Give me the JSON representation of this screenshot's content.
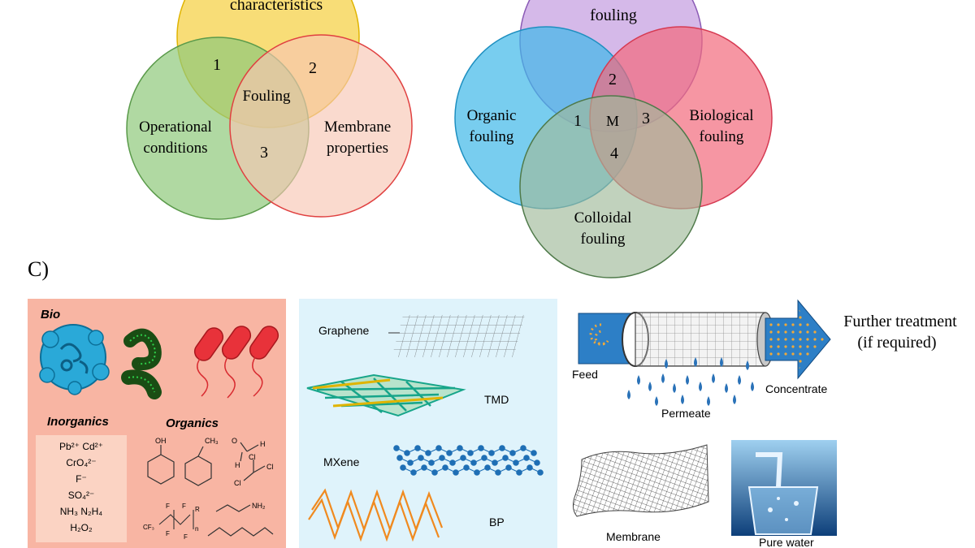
{
  "venn_a": {
    "top_label": "characteristics",
    "left_label_1": "Operational",
    "left_label_2": "conditions",
    "right_label_1": "Membrane",
    "right_label_2": "properties",
    "center_label": "Fouling",
    "region_1": "1",
    "region_2": "2",
    "region_3": "3",
    "colors": {
      "top": "#f5d24a",
      "left": "#8ec97a",
      "right": "#f7c6b4"
    }
  },
  "venn_b": {
    "top_label_2": "fouling",
    "left_label_1": "Organic",
    "left_label_2": "fouling",
    "right_label_1": "Biological",
    "right_label_2": "fouling",
    "bottom_label_1": "Colloidal",
    "bottom_label_2": "fouling",
    "center_label": "M",
    "region_1": "1",
    "region_2": "2",
    "region_3": "3",
    "region_4": "4",
    "colors": {
      "top": "#c39be0",
      "left": "#3fb8e8",
      "right": "#f26a7c",
      "bottom": "#9fba9a"
    }
  },
  "panel_c": {
    "label": "C)",
    "pollutants": {
      "bio_title": "Bio",
      "inorganics_title": "Inorganics",
      "organics_title": "Organics",
      "inorganics_list": [
        "Pb²⁺  Cd²⁺",
        "CrO₄²⁻",
        "F⁻",
        "SO₄²⁻",
        "NH₃ N₂H₄",
        "H₂O₂"
      ],
      "chem_labels": {
        "oh": "OH",
        "ch3": "CH₃",
        "o": "O",
        "h1": "H",
        "h2": "H",
        "cl1": "Cl",
        "cl2": "Cl",
        "cl3": "Cl",
        "nh2": "NH₂",
        "cf3": "CF₃",
        "r": "R",
        "n": "n",
        "f1": "F",
        "f2": "F",
        "f3": "F",
        "f4": "F"
      },
      "bg_color": "#f8b5a3"
    },
    "materials": {
      "items": [
        "Graphene",
        "TMD",
        "MXene",
        "BP"
      ],
      "bg_color": "#dff3fb"
    },
    "process": {
      "feed": "Feed",
      "concentrate": "Concentrate",
      "permeate": "Permeate",
      "further_1": "Further treatment",
      "further_2": "(if required)",
      "membrane": "Membrane",
      "pure_water": "Pure water"
    }
  }
}
